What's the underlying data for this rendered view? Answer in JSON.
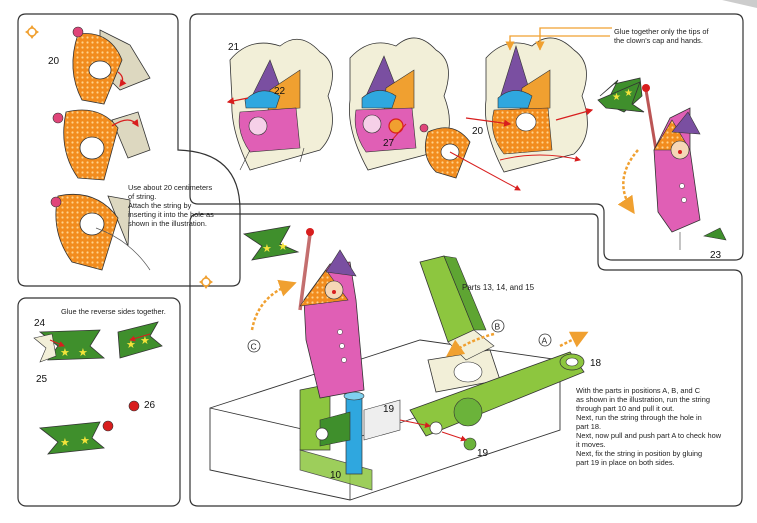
{
  "colors": {
    "frame_line": "#333333",
    "orange_pattern": "#f28c1e",
    "green_flag": "#3f8f2c",
    "light_green": "#8dc63f",
    "pink": "#e05fb5",
    "purple": "#7a4fa1",
    "blue": "#2fa7df",
    "cream": "#f2efd8",
    "accent_arrow": "#f0a030",
    "red_arrow": "#d81e1e"
  },
  "icons": [
    "reorient-icon"
  ],
  "panel_topleft": {
    "part_20": "20",
    "note_lines": [
      "Use about 20 centimeters",
      "of string.",
      "Attach the string by",
      "inserting it into the hole as",
      "shown in the illustration."
    ]
  },
  "panel_top": {
    "part_21": "21",
    "part_22": "22",
    "part_27": "27",
    "part_20": "20",
    "part_23": "23",
    "note_lines": [
      "Glue together only the tips of",
      "the clown's cap and hands."
    ]
  },
  "panel_bottomleft": {
    "title": "Glue the reverse sides together.",
    "part_24": "24",
    "part_25": "25",
    "part_26": "26"
  },
  "panel_main": {
    "parts_label": "Parts 13, 14, and 15",
    "label_a": "A",
    "label_b": "B",
    "label_c": "C",
    "part_10": "10",
    "part_18": "18",
    "part_19a": "19",
    "part_19b": "19",
    "note_lines": [
      "With the parts in positions A, B, and C",
      "as shown in the illustration, run the string",
      "through part 10 and pull it out.",
      "Next, run the string through the hole in",
      "part 18.",
      "Next, now pull and push part A to check how",
      "it moves.",
      "Next, fix the string in position by gluing",
      "part 19 in place on both sides."
    ]
  }
}
